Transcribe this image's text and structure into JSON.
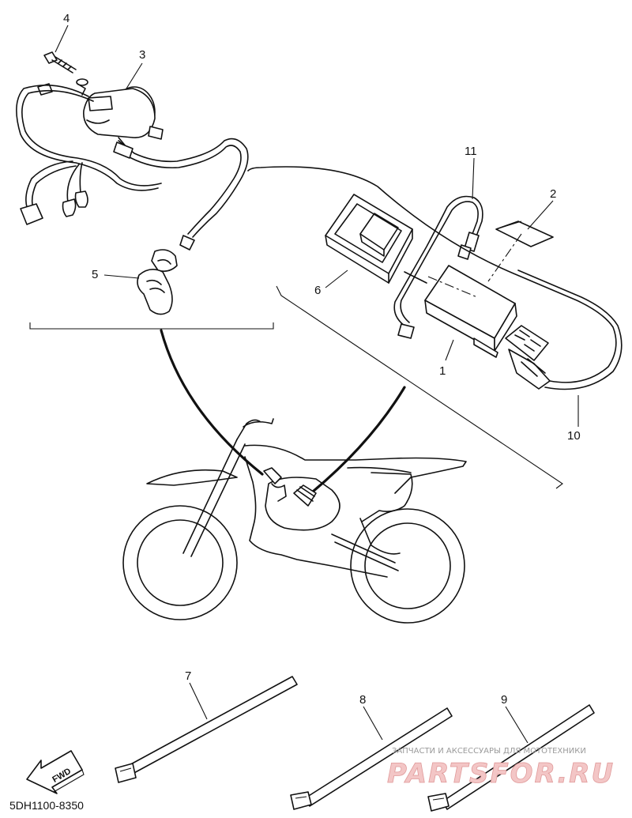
{
  "callouts": {
    "c1": "1",
    "c2": "2",
    "c3": "3",
    "c4": "4",
    "c5": "5",
    "c6": "6",
    "c7": "7",
    "c8": "8",
    "c9": "9",
    "c10": "10",
    "c11": "11"
  },
  "fwd_label": "FWD",
  "part_number": "5DH1100-8350",
  "watermark": {
    "tagline": "ЗАПЧАСТИ И АКСЕССУАРЫ ДЛЯ МОТОТЕХНИКИ",
    "brand": "PARTSFOR.RU"
  }
}
